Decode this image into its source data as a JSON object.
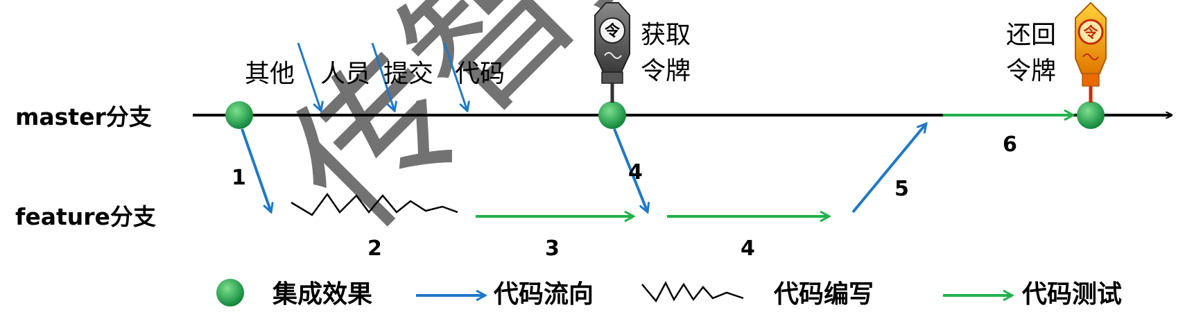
{
  "branches": {
    "master": "master分支",
    "feature": "feature分支"
  },
  "other_commits": [
    "其他",
    "人员",
    "提交",
    "代码"
  ],
  "token": {
    "get_line1": "获取",
    "get_line2": "令牌",
    "return_line1": "还回",
    "return_line2": "令牌",
    "glyph": "令"
  },
  "steps": {
    "s1": "1",
    "s2": "2",
    "s3": "3",
    "s4a": "4",
    "s4b": "4",
    "s5": "5",
    "s6": "6"
  },
  "legend": {
    "integration": "集成效果",
    "code_flow": "代码流向",
    "code_writing": "代码编写",
    "code_testing": "代码测试"
  },
  "watermark": "传智播客",
  "colors": {
    "blue": "#1f78c8",
    "green": "#22b14c",
    "node": "#1e9e45",
    "black": "#000000",
    "token_dark": "#5a5a5a",
    "token_gold": "#f0a000",
    "watermark": "#cfcfcf"
  }
}
